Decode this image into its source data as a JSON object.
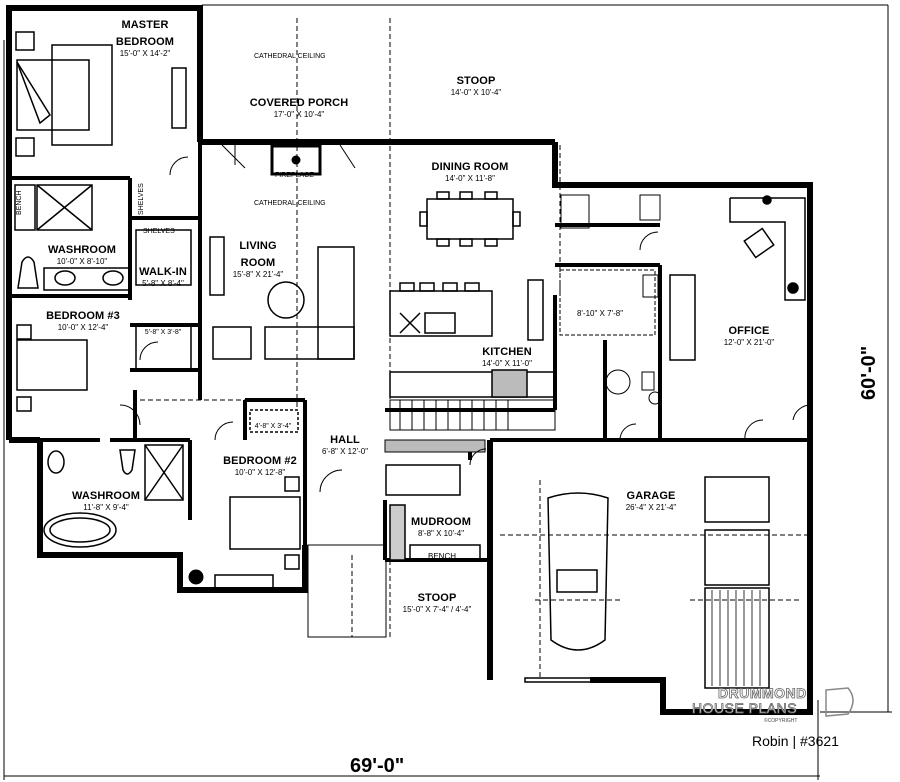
{
  "plan": {
    "name": "Robin",
    "number": "#3621",
    "overall_width": "69'-0\"",
    "overall_depth": "60'-0\""
  },
  "rooms": {
    "master_bedroom": {
      "name_line1": "MASTER",
      "name_line2": "BEDROOM",
      "dims": "15'-0\" X 14'-2\""
    },
    "covered_porch": {
      "name": "COVERED PORCH",
      "dims": "17'-0\" X 10'-4\""
    },
    "stoop_rear": {
      "name": "STOOP",
      "dims": "14'-0\" X 10'-4\""
    },
    "dining_room": {
      "name": "DINING ROOM",
      "dims": "14'-0\" X 11'-8\""
    },
    "washroom_master": {
      "name": "WASHROOM",
      "dims": "10'-0\" X 8'-10\""
    },
    "walk_in": {
      "name": "WALK-IN",
      "dims": "5'-8\" X 8'-4\""
    },
    "closet_small": {
      "dims": "5'-8\" X 3'-8\""
    },
    "living_room": {
      "name_line1": "LIVING",
      "name_line2": "ROOM",
      "dims": "15'-8\" X 21'-4\""
    },
    "bedroom_3": {
      "name": "BEDROOM #3",
      "dims": "10'-0\" X 12'-4\""
    },
    "kitchen": {
      "name": "KITCHEN",
      "dims": "14'-0\" X 11'-0\""
    },
    "pantry": {
      "dims": "8'-10\" X 7'-8\""
    },
    "office": {
      "name": "OFFICE",
      "dims": "12'-0\" X 21'-0\""
    },
    "hall": {
      "name": "HALL",
      "dims": "6'-8\" X 12'-0\""
    },
    "closet_bed2": {
      "dims": "4'-8\" X 3'-4\""
    },
    "bedroom_2": {
      "name": "BEDROOM #2",
      "dims": "10'-0\" X 12'-8\""
    },
    "washroom_2": {
      "name": "WASHROOM",
      "dims": "11'-8\" X 9'-4\""
    },
    "mudroom": {
      "name": "MUDROOM",
      "dims": "8'-8\" X 10'-4\""
    },
    "stoop_front": {
      "name": "STOOP",
      "dims": "15'-0\" X 7'-4\" / 4'-4\""
    },
    "garage": {
      "name": "GARAGE",
      "dims": "26'-4\" X 21'-4\""
    }
  },
  "notes": {
    "cathedral_ceiling_porch": "CATHEDRAL CEILING",
    "cathedral_ceiling_living": "CATHEDRAL CEILING",
    "fireplace": "FIREPLACE",
    "bench_master": "BENCH",
    "shelves_vertical": "SHELVES",
    "shelves_walkin": "SHELVES",
    "bench_mudroom": "BENCH"
  },
  "watermark": {
    "line1": "DRUMMOND",
    "line2": "HOUSE PLANS",
    "copyright": "©COPYRIGHT"
  }
}
